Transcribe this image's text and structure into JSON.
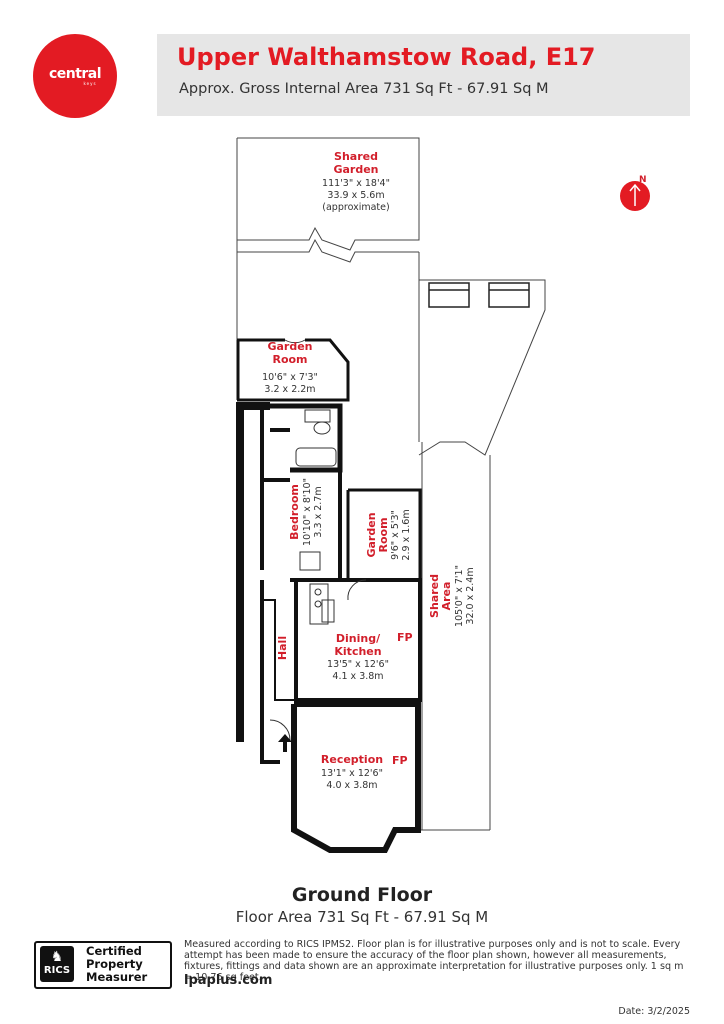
{
  "header": {
    "logo_text": "central",
    "logo_sub": "keys",
    "title": "Upper Walthamstow Road, E17",
    "subtitle": "Approx. Gross Internal Area 731 Sq Ft - 67.91 Sq M"
  },
  "compass": {
    "label": "N"
  },
  "rooms": {
    "shared_garden": {
      "line1": "Shared",
      "line2": "Garden",
      "dim_imperial": "111'3\" x 18'4\"",
      "dim_metric": "33.9 x 5.6m",
      "note": "(approximate)"
    },
    "garden_room": {
      "line1": "Garden",
      "line2": "Room",
      "dim_imperial": "10'6\" x 7'3\"",
      "dim_metric": "3.2 x 2.2m"
    },
    "bedroom": {
      "name": "Bedroom",
      "dim_imperial": "10'10\" x 8'10\"",
      "dim_metric": "3.3 x 2.7m"
    },
    "garden_room_2": {
      "line1": "Garden",
      "line2": "Room",
      "dim_imperial": "9'6\" x 5'3\"",
      "dim_metric": "2.9 x 1.6m"
    },
    "shared_area": {
      "line1": "Shared",
      "line2": "Area",
      "dim_imperial": "105'0\" x 7'1\"",
      "dim_metric": "32.0 x 2.4m"
    },
    "hall": {
      "name": "Hall"
    },
    "dining_kitchen": {
      "line1": "Dining/",
      "line2": "Kitchen",
      "fp": "FP",
      "dim_imperial": "13'5\" x 12'6\"",
      "dim_metric": "4.1 x 3.8m"
    },
    "reception": {
      "name": "Reception",
      "fp": "FP",
      "dim_imperial": "13'1\" x 12'6\"",
      "dim_metric": "4.0 x 3.8m"
    }
  },
  "floor": {
    "title": "Ground Floor",
    "area": "Floor Area 731 Sq Ft - 67.91 Sq M"
  },
  "footer": {
    "rics_badge_text": "RICS",
    "rics_line1": "Certified",
    "rics_line2": "Property",
    "rics_line3": "Measurer",
    "disclaimer": "Measured according to RICS IPMS2. Floor plan is for illustrative purposes only and is not to scale. Every attempt has been made to ensure the accuracy of the floor plan shown, however all measurements, fixtures, fittings and data shown are an approximate interpretation for illustrative purposes only. 1 sq m = 10.76 sq feet.",
    "website": "lpaplus.com",
    "date": "Date: 3/2/2025"
  },
  "colors": {
    "brand_red": "#e31b23",
    "label_red": "#d21f2b",
    "wall": "#111111",
    "header_bg": "#e6e6e6"
  }
}
